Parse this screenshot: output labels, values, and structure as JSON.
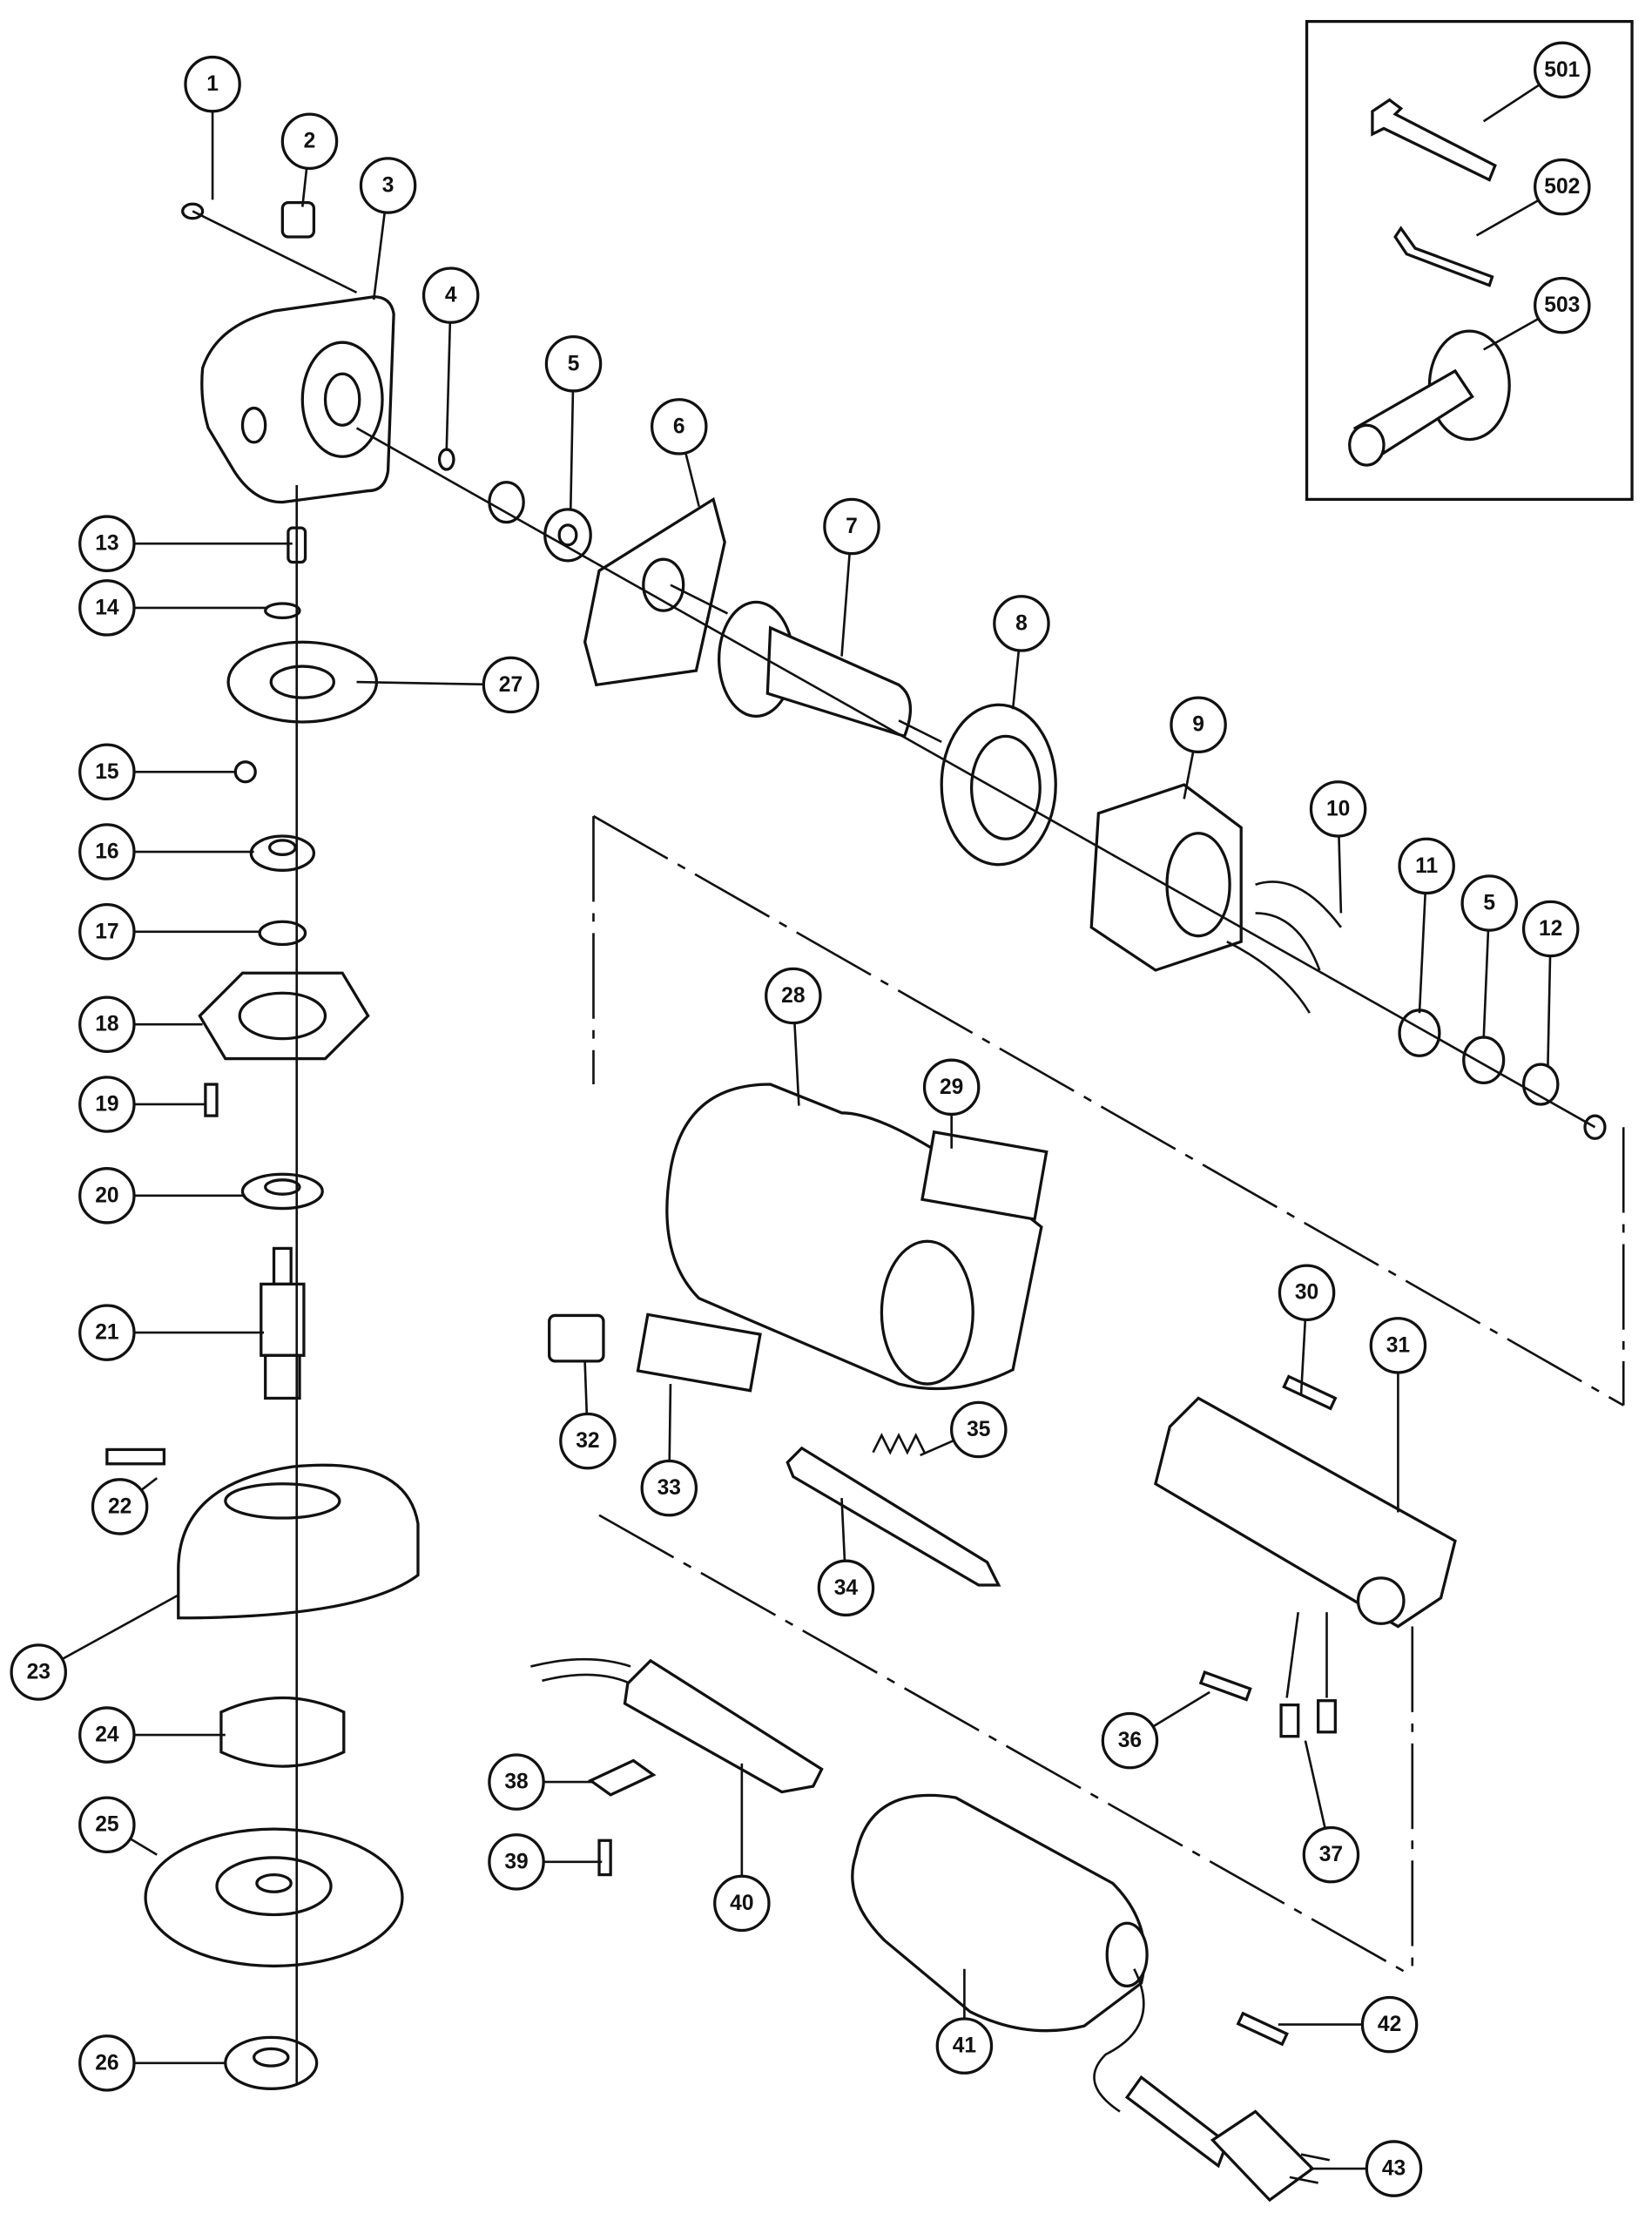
{
  "diagram": {
    "type": "exploded parts diagram",
    "callouts": [
      "1",
      "2",
      "3",
      "4",
      "5",
      "6",
      "7",
      "8",
      "9",
      "10",
      "11",
      "5",
      "12",
      "13",
      "14",
      "27",
      "15",
      "16",
      "17",
      "18",
      "19",
      "20",
      "21",
      "22",
      "23",
      "24",
      "25",
      "26",
      "28",
      "29",
      "30",
      "31",
      "32",
      "33",
      "35",
      "34",
      "36",
      "37",
      "38",
      "39",
      "40",
      "41",
      "42",
      "43"
    ],
    "accessories_box": {
      "callouts": [
        "501",
        "502",
        "503"
      ]
    }
  }
}
